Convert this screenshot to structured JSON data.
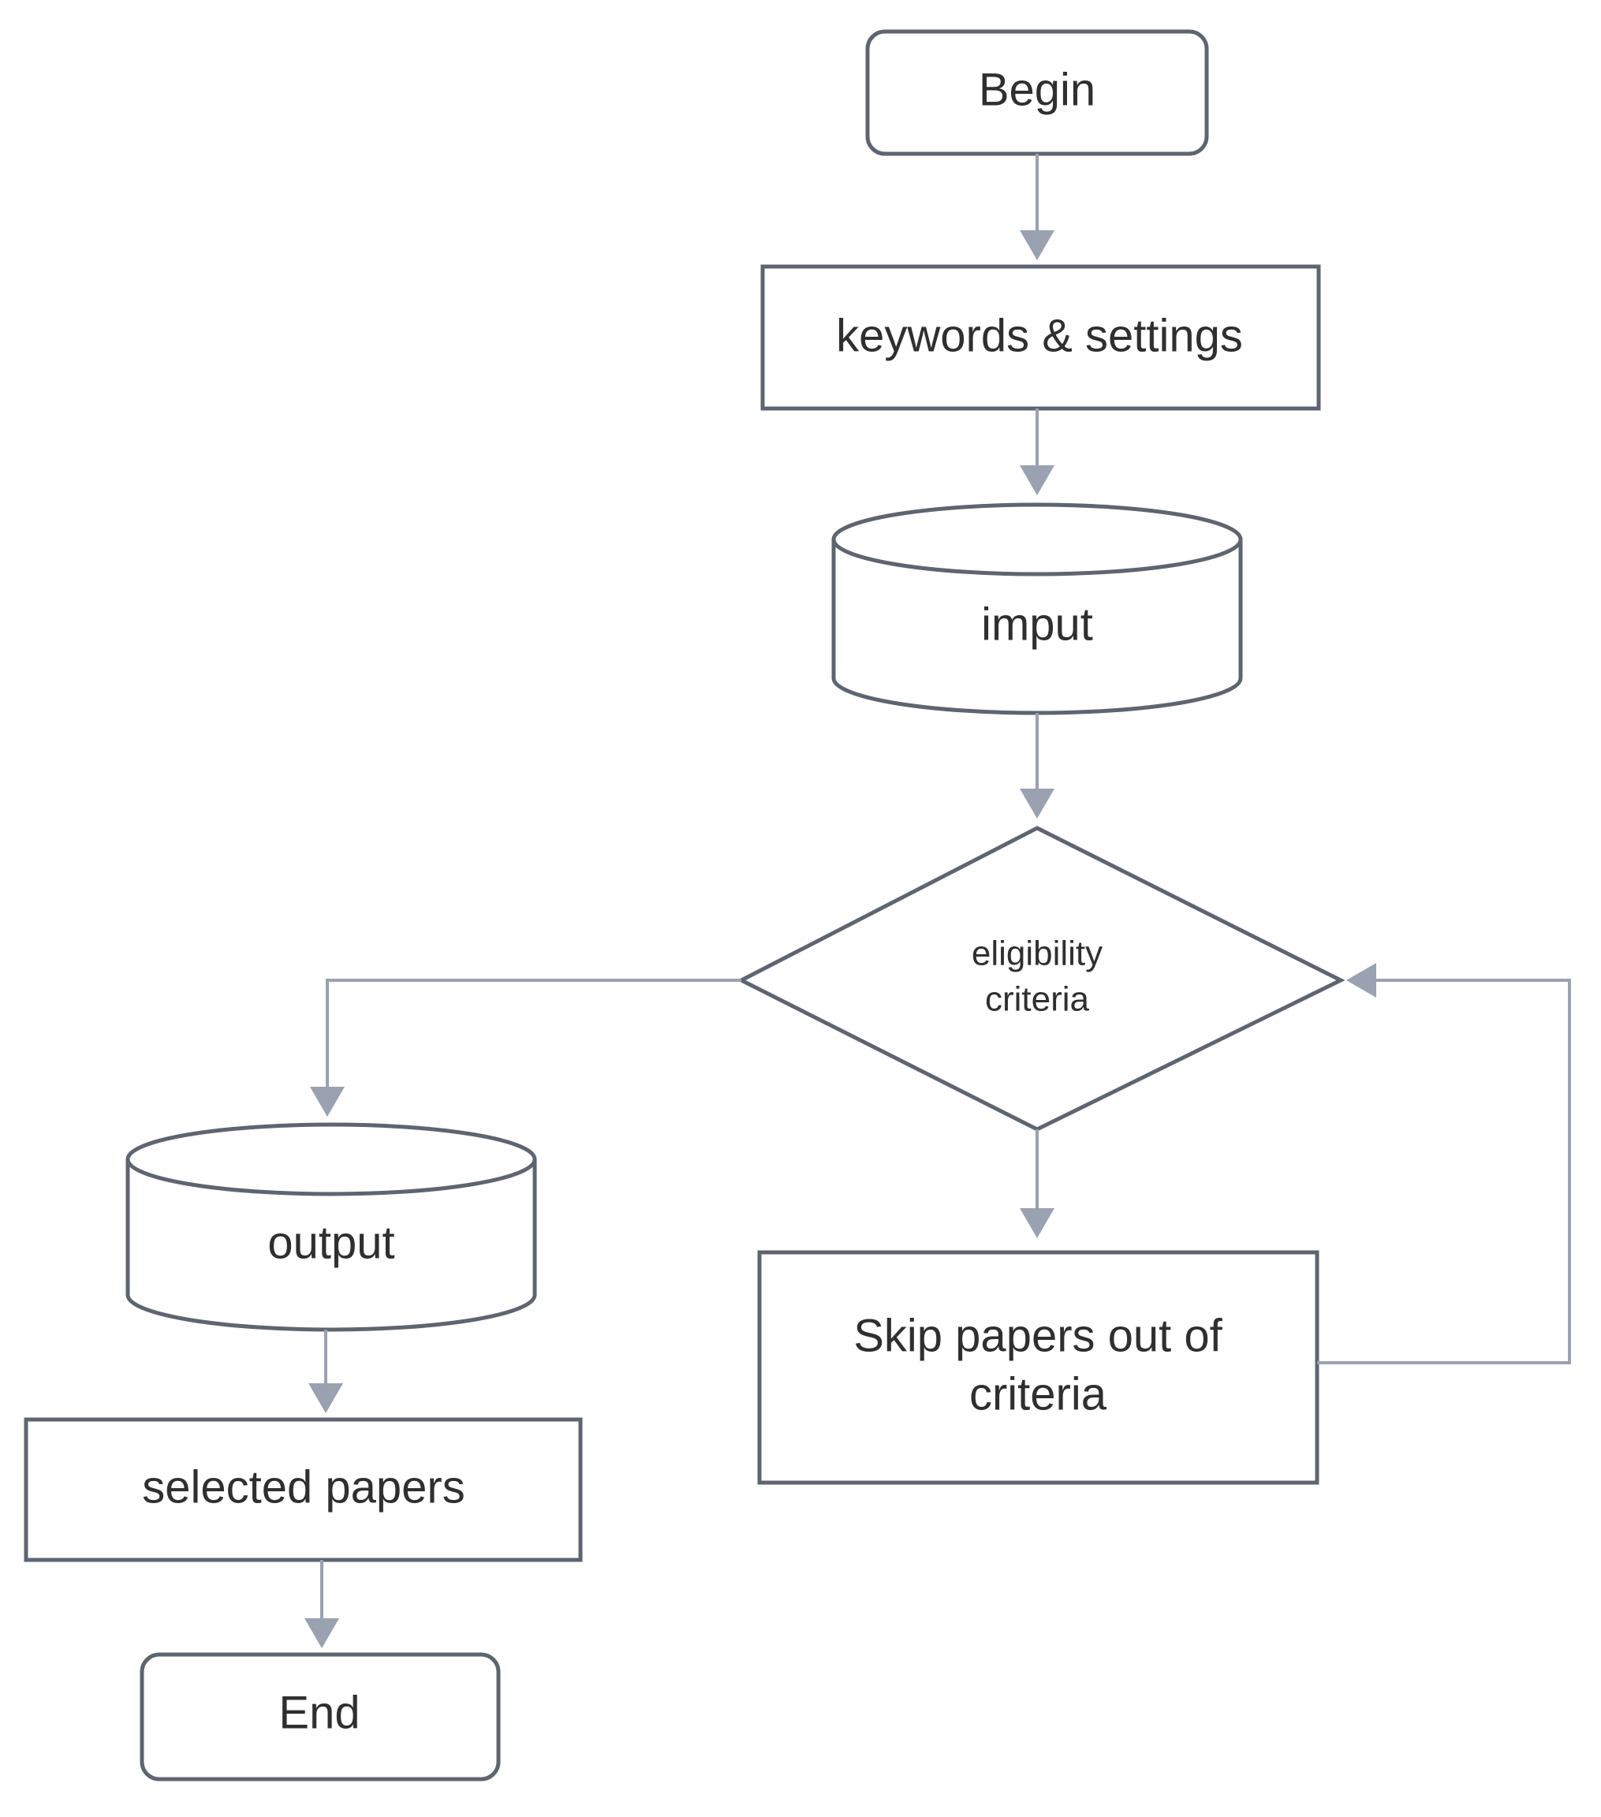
{
  "nodes": {
    "begin": "Begin",
    "keywords": "keywords & settings",
    "input": "imput",
    "decision_line1": "eligibility",
    "decision_line2": "criteria",
    "skip_line1": "Skip papers out of",
    "skip_line2": "criteria",
    "output": "output",
    "selected": "selected papers",
    "end": "End"
  },
  "colors": {
    "shape_stroke": "#5e6570",
    "connector": "#9aa2b1",
    "text": "#2f2f2f"
  }
}
